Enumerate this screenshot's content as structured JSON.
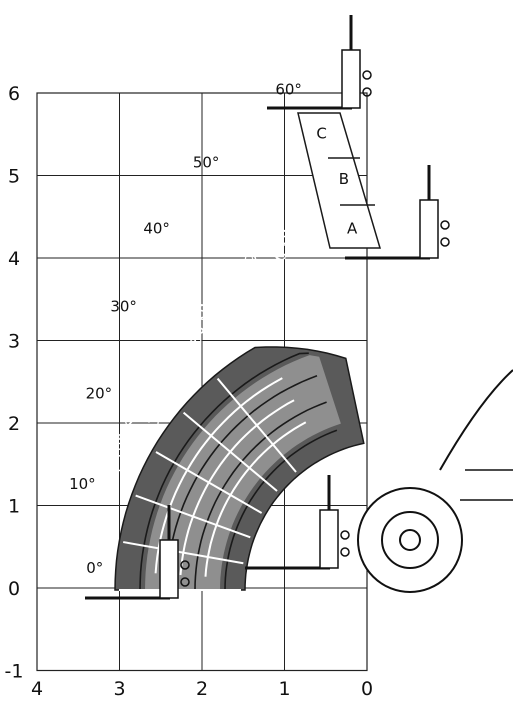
{
  "chart_data": {
    "type": "load-chart",
    "x_ticks": [
      "4",
      "3",
      "2",
      "1",
      "0"
    ],
    "y_ticks": [
      "-1",
      "0",
      "1",
      "2",
      "3",
      "4",
      "5",
      "6"
    ],
    "xlim": [
      4,
      0
    ],
    "ylim": [
      -1,
      6
    ],
    "grid": true,
    "boom_angles": [
      {
        "label": "0°",
        "x": 3.3,
        "y": 0.18
      },
      {
        "label": "10°",
        "x": 3.45,
        "y": 1.2
      },
      {
        "label": "20°",
        "x": 3.25,
        "y": 2.3
      },
      {
        "label": "30°",
        "x": 2.95,
        "y": 3.35
      },
      {
        "label": "40°",
        "x": 2.55,
        "y": 4.3
      },
      {
        "label": "50°",
        "x": 1.95,
        "y": 5.1
      },
      {
        "label": "60°",
        "x": 0.95,
        "y": 5.98
      }
    ],
    "load_zones": [
      {
        "label": "1.100 kg",
        "x": 2.9,
        "y": 1.75
      },
      {
        "label": "1.550 kg",
        "x": 2.45,
        "y": 2.35
      },
      {
        "label": "1.980 kg",
        "x": 2.0,
        "y": 3.05
      },
      {
        "label": "2.420 kg",
        "x": 1.45,
        "y": 3.65
      },
      {
        "label": "2.900 kg",
        "x": 1.0,
        "y": 3.95
      }
    ],
    "extension_marks": [
      {
        "label": "A",
        "x": 0.18,
        "y": 4.3
      },
      {
        "label": "B",
        "x": 0.28,
        "y": 4.9
      },
      {
        "label": "C",
        "x": 0.55,
        "y": 5.45
      }
    ]
  }
}
